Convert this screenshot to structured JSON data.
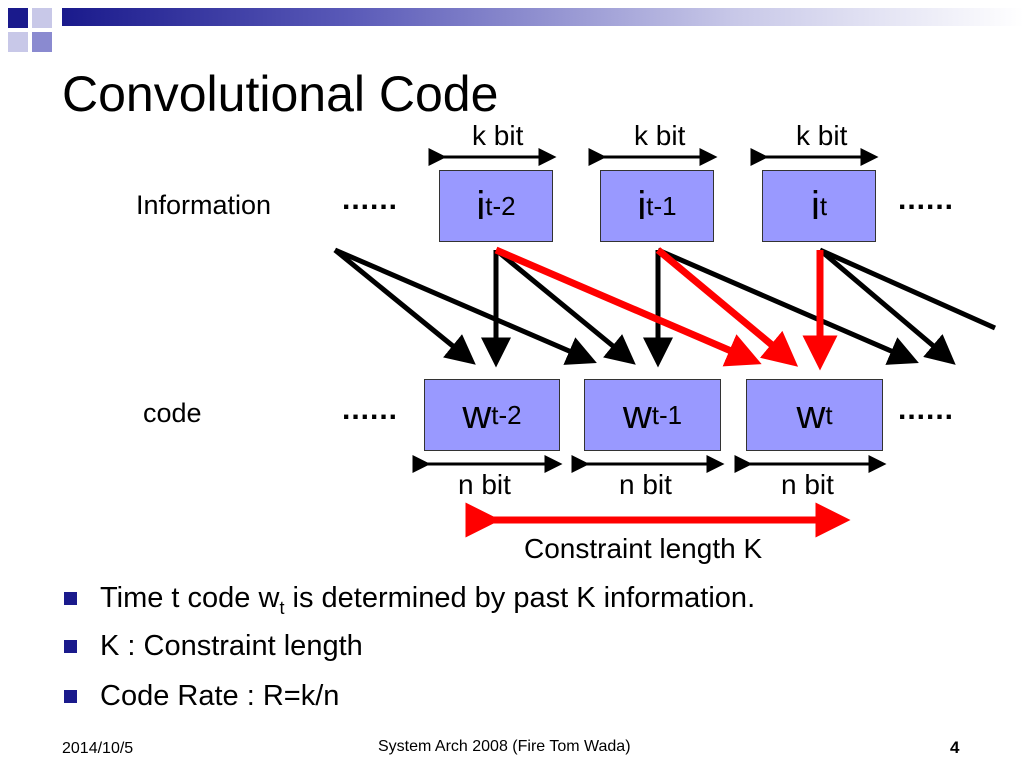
{
  "slide": {
    "title": "Convolutional Code",
    "row_labels": {
      "information": "Information",
      "code": "code"
    },
    "ellipsis": "......",
    "info_boxes": [
      {
        "base": "i",
        "sub": "t-2"
      },
      {
        "base": "i",
        "sub": "t-1"
      },
      {
        "base": "i",
        "sub": "t"
      }
    ],
    "code_boxes": [
      {
        "base": "w",
        "sub": "t-2"
      },
      {
        "base": "w",
        "sub": "t-1"
      },
      {
        "base": "w",
        "sub": "t"
      }
    ],
    "k_bit_label": "k bit",
    "n_bit_label": "n bit",
    "constraint_label": "Constraint length K",
    "bullets": [
      {
        "pre": "Time t code w",
        "sub": "t",
        "post": " is determined by past K information."
      },
      {
        "pre": "K : Constraint length",
        "sub": "",
        "post": ""
      },
      {
        "pre": "Code Rate : R=k/n",
        "sub": "",
        "post": ""
      }
    ],
    "footer": {
      "date": "2014/10/5",
      "center": "System Arch 2008  (Fire Tom Wada)",
      "page": "4"
    },
    "colors": {
      "accent": "#1a1a8c",
      "box_fill": "#9999ff",
      "highlight_arrow": "#ff0000",
      "arrow": "#000000"
    }
  }
}
